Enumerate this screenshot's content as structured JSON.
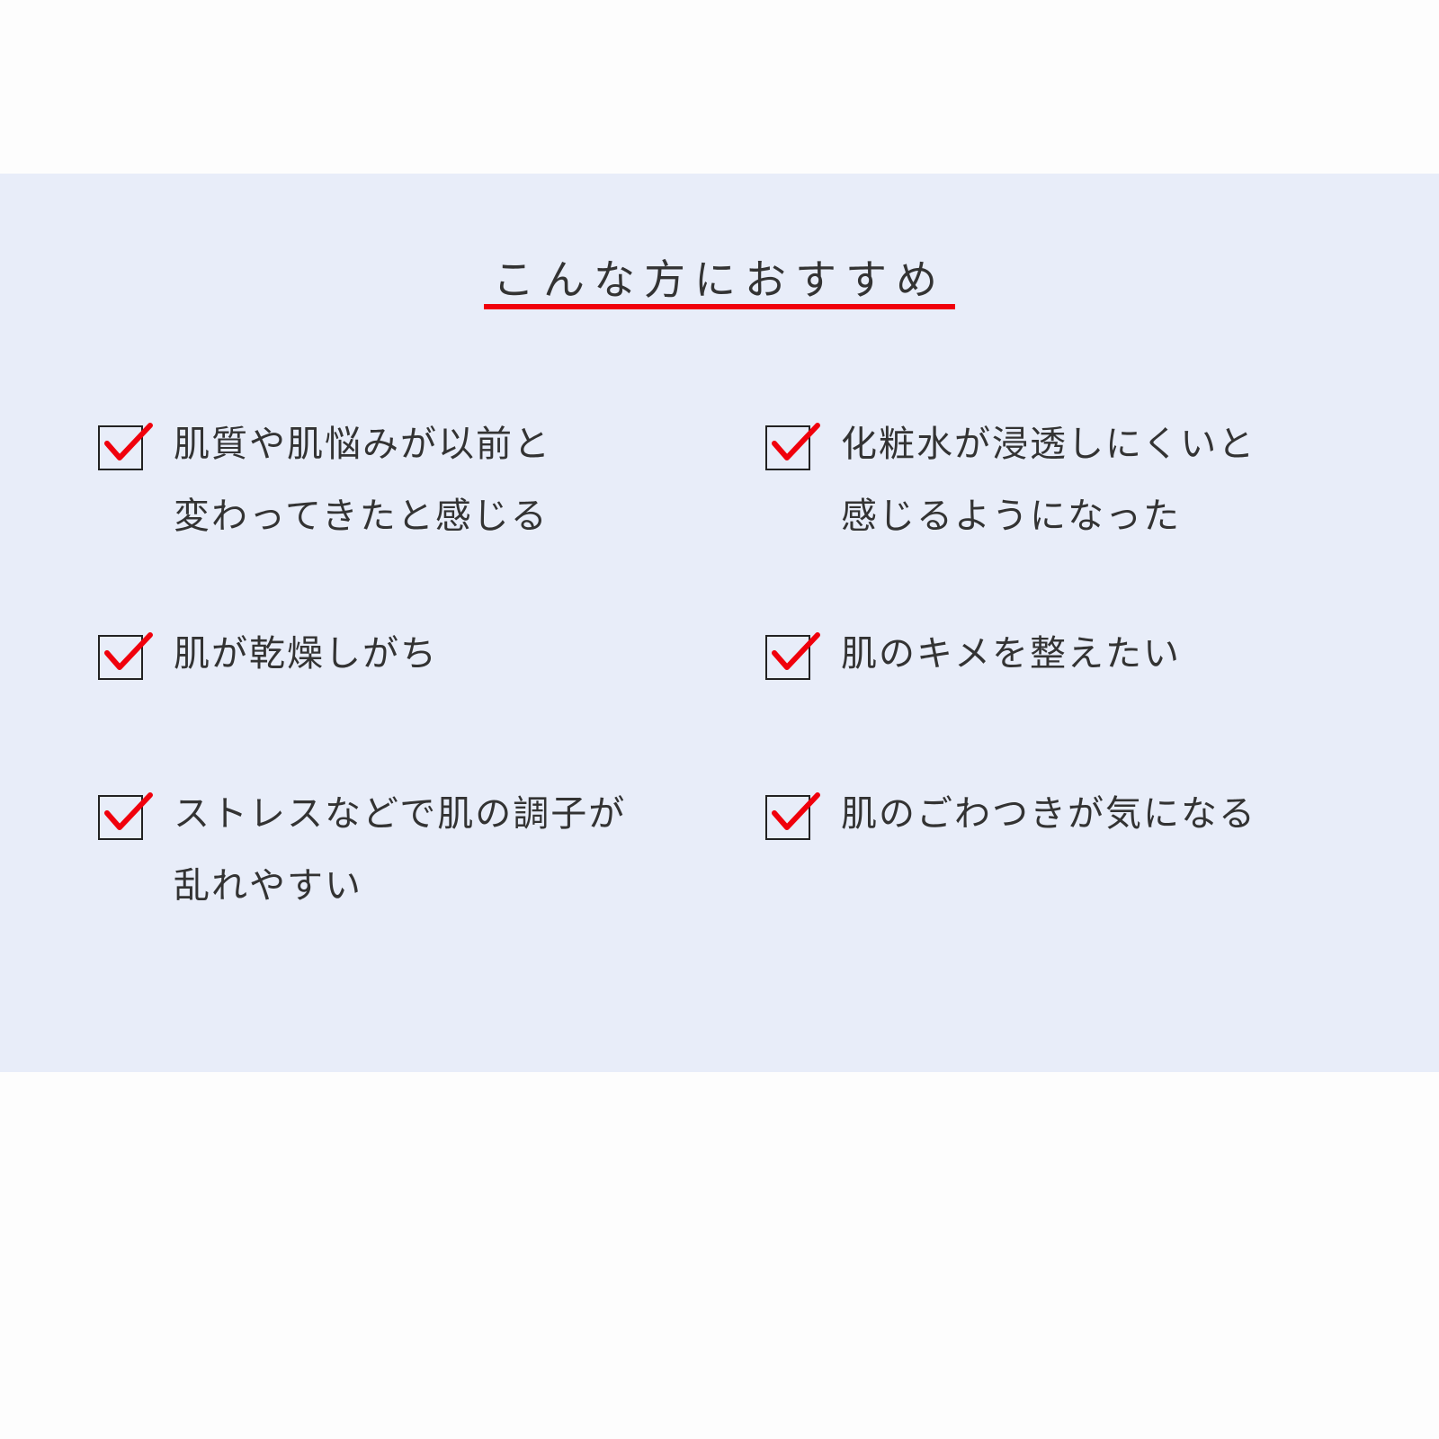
{
  "title": "こんな方におすすめ",
  "accent_color": "#f0000c",
  "items": [
    {
      "text": "肌質や肌悩みが以前と\n変わってきたと感じる",
      "checked": true
    },
    {
      "text": "化粧水が浸透しにくいと\n感じるようになった",
      "checked": true
    },
    {
      "text": "肌が乾燥しがち",
      "checked": true
    },
    {
      "text": "肌のキメを整えたい",
      "checked": true
    },
    {
      "text": "ストレスなどで肌の調子が\n乱れやすい",
      "checked": true
    },
    {
      "text": "肌のごわつきが気になる",
      "checked": true
    }
  ]
}
